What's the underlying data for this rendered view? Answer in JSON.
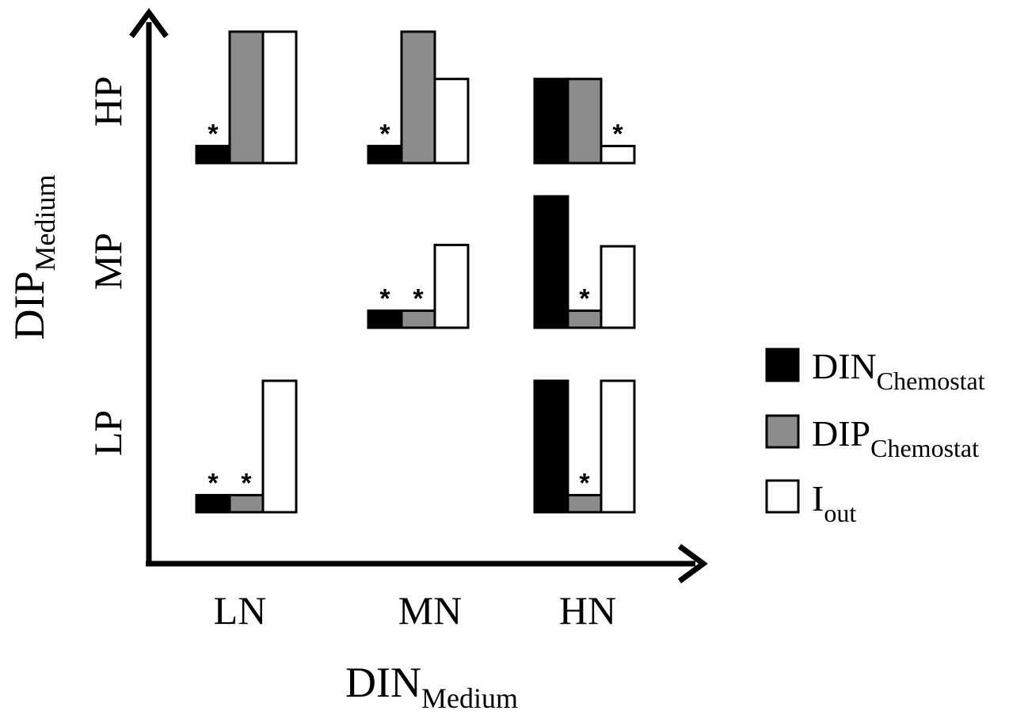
{
  "chart_data": {
    "type": "bar",
    "xlabel": {
      "main": "DIN",
      "sub": "Medium"
    },
    "ylabel": {
      "main": "DIP",
      "sub": "Medium"
    },
    "x_categories": [
      "LN",
      "MN",
      "HN"
    ],
    "y_categories": [
      "LP",
      "MP",
      "HP"
    ],
    "value_range": [
      0,
      1
    ],
    "legend_position": "right",
    "series": [
      {
        "key": "din",
        "name": "DIN",
        "sub": "Chemostat",
        "color": "#000000"
      },
      {
        "key": "dip",
        "name": "DIP",
        "sub": "Chemostat",
        "color": "#8c8c8c"
      },
      {
        "key": "iout",
        "name": "I",
        "sub": "out",
        "color": "#ffffff"
      }
    ],
    "significance_marker": "*",
    "panels": [
      {
        "x": "LN",
        "y": "HP",
        "values": [
          0.13,
          1.0,
          1.0
        ],
        "significant": [
          true,
          false,
          false
        ]
      },
      {
        "x": "MN",
        "y": "HP",
        "values": [
          0.13,
          1.0,
          0.64
        ],
        "significant": [
          true,
          false,
          false
        ]
      },
      {
        "x": "HN",
        "y": "HP",
        "values": [
          0.64,
          0.64,
          0.13
        ],
        "significant": [
          false,
          false,
          true
        ]
      },
      {
        "x": "MN",
        "y": "MP",
        "values": [
          0.13,
          0.13,
          0.63
        ],
        "significant": [
          true,
          true,
          false
        ]
      },
      {
        "x": "HN",
        "y": "MP",
        "values": [
          1.0,
          0.13,
          0.62
        ],
        "significant": [
          false,
          true,
          false
        ]
      },
      {
        "x": "LN",
        "y": "LP",
        "values": [
          0.13,
          0.13,
          1.0
        ],
        "significant": [
          true,
          true,
          false
        ]
      },
      {
        "x": "HN",
        "y": "LP",
        "values": [
          1.0,
          0.13,
          1.0
        ],
        "significant": [
          false,
          true,
          false
        ]
      }
    ]
  }
}
